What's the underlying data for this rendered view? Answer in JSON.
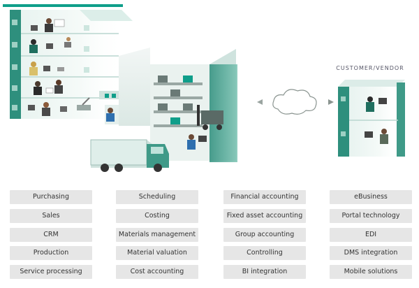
{
  "customer_vendor_label": "CUSTOMER/VENDOR",
  "colors": {
    "accent": "#0f9e8a",
    "building_dark": "#2e8f7d",
    "building_light": "#cfe8e2",
    "box_fill": "#e6e6e6",
    "text": "#333333"
  },
  "modules": [
    [
      "Purchasing",
      "Sales",
      "CRM",
      "Production",
      "Service processing"
    ],
    [
      "Scheduling",
      "Costing",
      "Materials management",
      "Material valuation",
      "Cost accounting"
    ],
    [
      "Financial accounting",
      "Fixed asset accounting",
      "Group accounting",
      "Controlling",
      "BI integration"
    ],
    [
      "eBusiness",
      "Portal technology",
      "EDI",
      "DMS integration",
      "Mobile solutions"
    ]
  ]
}
